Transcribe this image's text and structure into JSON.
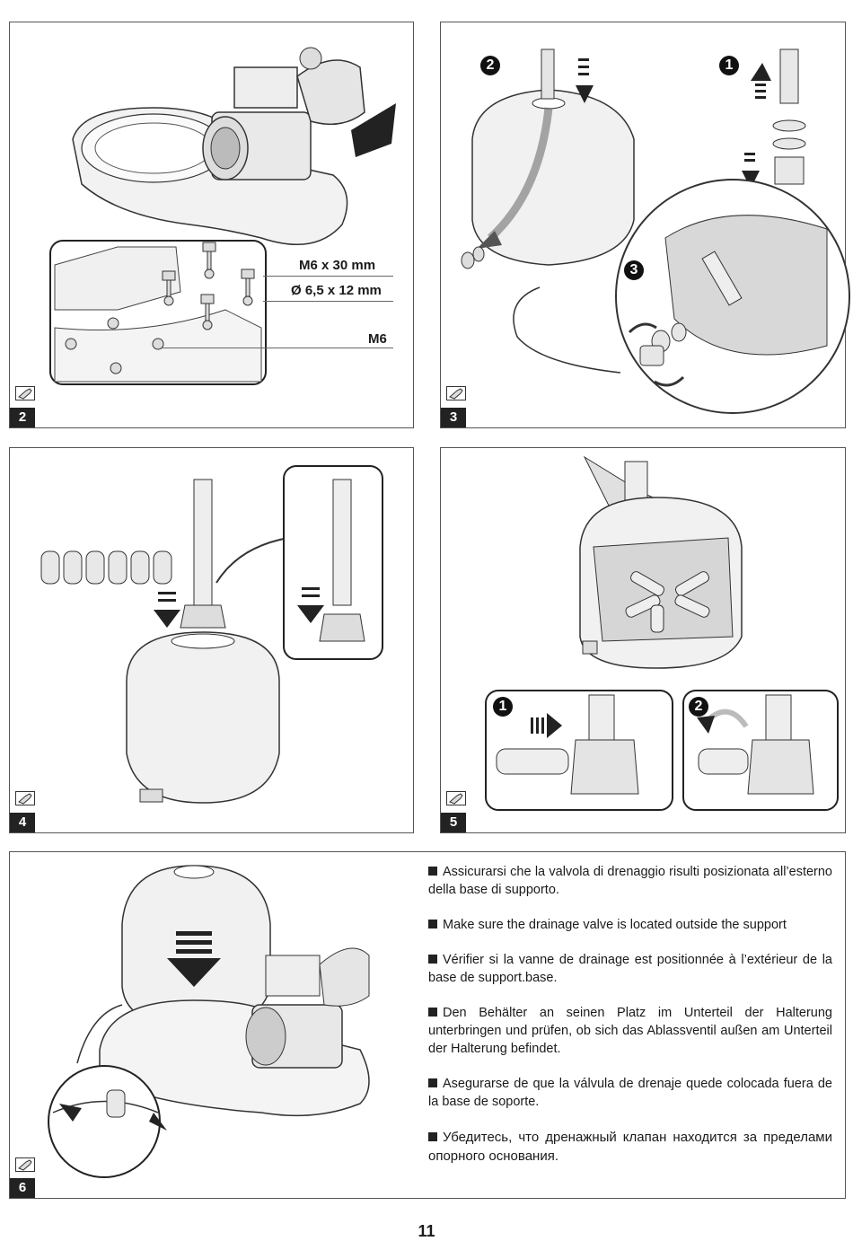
{
  "panels": [
    {
      "step": "2",
      "labels": {
        "bolt": "M6 x 30 mm",
        "washer": "Ø 6,5 x 12 mm",
        "nut": "M6"
      }
    },
    {
      "step": "3",
      "callouts": [
        "2",
        "1",
        "3"
      ]
    },
    {
      "step": "4"
    },
    {
      "step": "5",
      "callouts": [
        "1",
        "2"
      ]
    },
    {
      "step": "6"
    }
  ],
  "instructions": [
    {
      "lang": "it",
      "text": "Assicurarsi che la valvola di drenaggio risulti posizionata all’esterno della base di supporto."
    },
    {
      "lang": "en",
      "text": "Make sure the drainage valve is located outside the support"
    },
    {
      "lang": "fr",
      "text": "Vérifier si la vanne de drainage est positionnée à l’extérieur de la base de support.base."
    },
    {
      "lang": "de",
      "text": "Den Behälter an seinen Platz im Unterteil der Halterung unterbringen und prüfen, ob sich das Ablassventil außen am Unterteil der Halterung befindet."
    },
    {
      "lang": "es",
      "text": "Asegurarse de que la válvula de drenaje quede colocada fuera de la base de soporte."
    },
    {
      "lang": "ru",
      "text": "Убедитесь, что дренажный клапан находится за пределами опорного основания."
    }
  ],
  "page_number": "11",
  "icons": {
    "tool": "screwdriver-icon",
    "bullet": "square-bullet-icon"
  }
}
